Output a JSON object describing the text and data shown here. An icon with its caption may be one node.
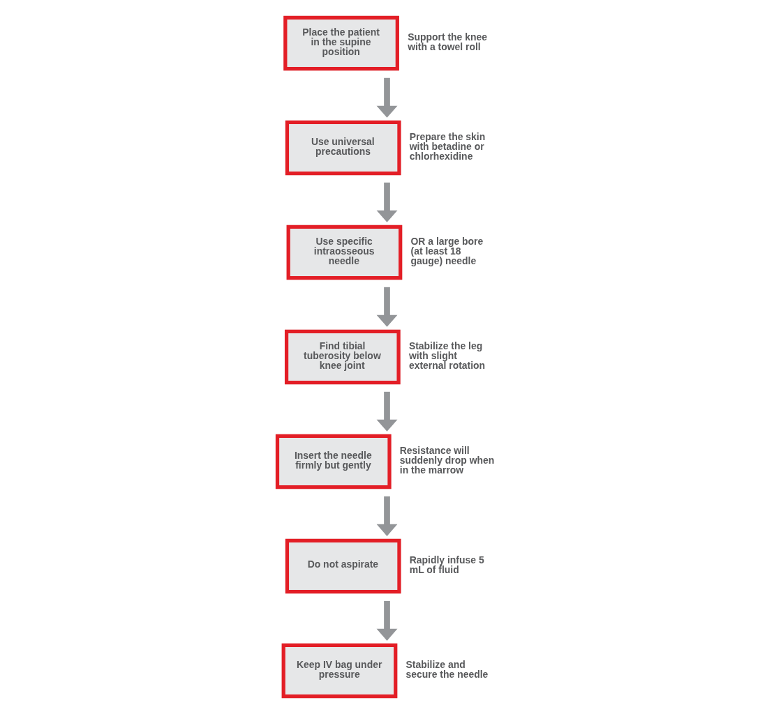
{
  "diagram": {
    "nodes": [
      {
        "text": [
          "Place the patient in the supine position"
        ],
        "beside": [
          "Support the knee with a towel roll"
        ]
      },
      {
        "text": [
          "Use universal precautions"
        ],
        "beside": [
          "Prepare the skin with betadine or chlorhexidine"
        ]
      },
      {
        "text": [
          "Use specific intraosseous needle"
        ],
        "beside": [
          "OR a large bore (at least 18 gauge) needle"
        ]
      },
      {
        "text": [
          "Find tibial tuberosity below knee joint"
        ],
        "beside": [
          "Stabilize the leg with slight external rotation"
        ]
      },
      {
        "text": [
          "Insert the needle firmly but gently"
        ],
        "beside": [
          "Resistance will suddenly drop when in the marrow"
        ]
      },
      {
        "text": [
          "Do not aspirate"
        ],
        "beside": [
          "Rapidly infuse 5 mL of fluid"
        ]
      },
      {
        "text": [
          "Keep IV bag under pressure"
        ],
        "beside": [
          "Stabilize and secure the needle"
        ]
      }
    ],
    "edges": [
      {
        "from": 0,
        "to": 1,
        "arrow": "to"
      },
      {
        "from": 1,
        "to": 2,
        "arrow": "to"
      },
      {
        "from": 2,
        "to": 3,
        "arrow": "to"
      },
      {
        "from": 3,
        "to": 4,
        "arrow": "to"
      },
      {
        "from": 4,
        "to": 5,
        "arrow": "to"
      },
      {
        "from": 5,
        "to": 6,
        "arrow": "to"
      }
    ]
  }
}
